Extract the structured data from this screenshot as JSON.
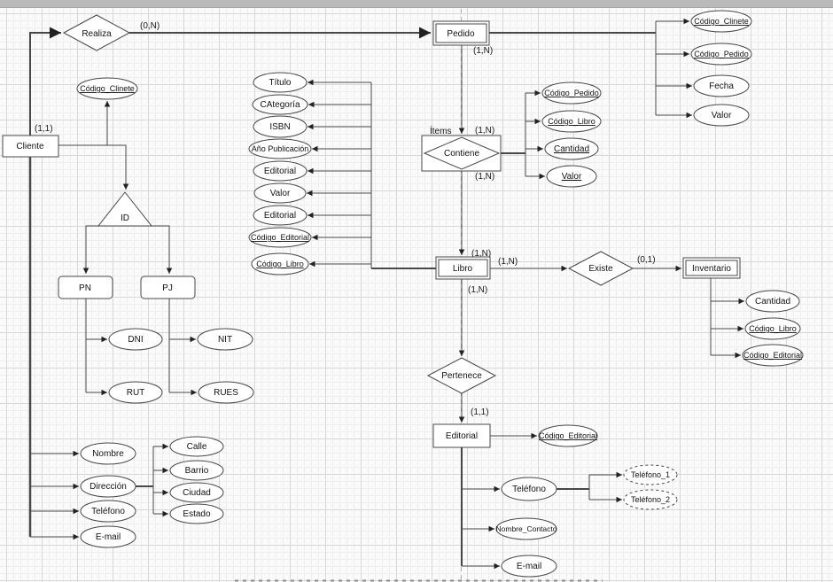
{
  "colors": {
    "stroke": "#484848",
    "canvas_bg": "#fafafa",
    "grid_major": "#d7d7d7",
    "grid_minor": "#eeeeee",
    "top_strip": "#bababa"
  },
  "cliente": {
    "label": "Cliente",
    "key": "Código_Clinete",
    "attributes": [
      "Nombre",
      "Dirección",
      "Teléfono",
      "E-mail"
    ],
    "direccion_components": [
      "Calle",
      "Barrio",
      "Ciudad",
      "Estado"
    ]
  },
  "realiza": {
    "label": "Realiza"
  },
  "pedido": {
    "label": "Pedido",
    "attributes": [
      "Código_Clinete",
      "Código_Pedido",
      "Fecha",
      "Valor"
    ]
  },
  "items": {
    "label": "Ítems",
    "relationship": "Contiene",
    "attributes": [
      "Código_Pedido",
      "Código_Libro",
      "Cantidad",
      "Valor"
    ]
  },
  "libro": {
    "label": "Libro",
    "attributes": [
      "Título",
      "CAtegoría",
      "ISBN",
      "Año Publicación",
      "Editorial",
      "Valor",
      "Editorial",
      "Código_Editorial",
      "Código_Libro"
    ]
  },
  "existe": {
    "label": "Existe"
  },
  "inventario": {
    "label": "Inventario",
    "attributes": [
      "Cantidad",
      "Código_Libro",
      "Código_Editorial"
    ]
  },
  "pertenece": {
    "label": "Pertenece"
  },
  "editorial": {
    "label": "Editorial",
    "key": "Código_Editorial",
    "attributes": [
      "Teléfono",
      "Nombre_Contacto",
      "E-mail"
    ],
    "telefono_components": [
      "Teléfono_1",
      "Teléfono_2"
    ]
  },
  "hierarchy": {
    "label": "ID",
    "pn": {
      "label": "PN",
      "attributes": [
        "DNI",
        "RUT"
      ]
    },
    "pj": {
      "label": "PJ",
      "attributes": [
        "NIT",
        "RUES"
      ]
    }
  },
  "cardinalities": {
    "cliente_realiza": "(1,1)",
    "realiza_pedido": "(0,N)",
    "pedido_items": "(1,N)",
    "items_top": "(1,N)",
    "items_bottom": "(1,N)",
    "libro_top": "(1,N)",
    "libro_existe": "(1,N)",
    "existe_inventario": "(0,1)",
    "libro_pertenece": "(1,N)",
    "pertenece_editorial": "(1,1)"
  }
}
